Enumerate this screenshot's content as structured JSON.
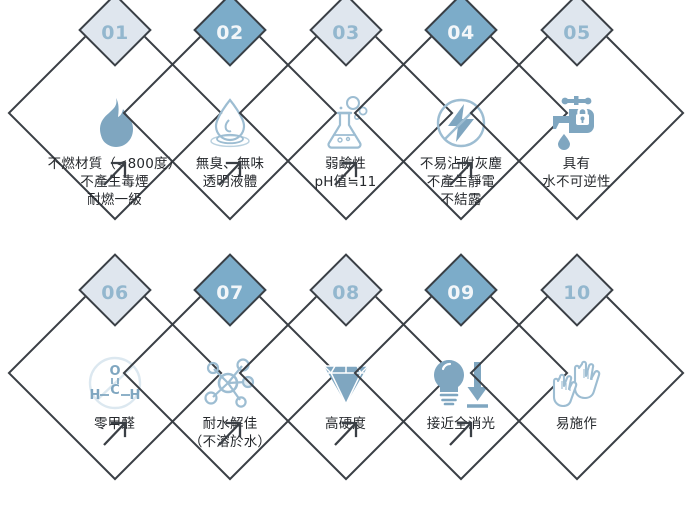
{
  "infographic": {
    "title_colors": {
      "outline": "#3a3f45",
      "badge_light_fill": "#dfe6ee",
      "badge_light_text": "#93b7ce",
      "badge_dark_fill": "#7cacc9",
      "badge_dark_text": "#f2f6f9",
      "icon_blue": "#7fa6c0",
      "icon_outline": "#9dbdd2",
      "text": "#25282c"
    },
    "rows": 2,
    "columns": 5,
    "items": [
      {
        "number": "01",
        "badge_style": "light",
        "icon": "flame-icon",
        "label": "不燃材質（<800度）\n不產生毒煙\n耐燃一級"
      },
      {
        "number": "02",
        "badge_style": "dark",
        "icon": "water-drop-icon",
        "label": "無臭、無味\n透明液體"
      },
      {
        "number": "03",
        "badge_style": "light",
        "icon": "flask-icon",
        "label": "弱鹼性\npH值≒11"
      },
      {
        "number": "04",
        "badge_style": "dark",
        "icon": "no-static-electricity-icon",
        "label": "不易沾附灰塵\n不產生靜電\n不結露"
      },
      {
        "number": "05",
        "badge_style": "light",
        "icon": "faucet-lock-icon",
        "label": "具有\n水不可逆性"
      },
      {
        "number": "06",
        "badge_style": "light",
        "icon": "no-formaldehyde-icon",
        "label": "零甲醛"
      },
      {
        "number": "07",
        "badge_style": "dark",
        "icon": "molecule-icon",
        "label": "耐水解佳\n（不溶於水）"
      },
      {
        "number": "08",
        "badge_style": "light",
        "icon": "gem-icon",
        "label": "高硬度"
      },
      {
        "number": "09",
        "badge_style": "dark",
        "icon": "lightbulb-down-arrow-icon",
        "label": "接近全消光"
      },
      {
        "number": "10",
        "badge_style": "light",
        "icon": "work-gloves-icon",
        "label": "易施作"
      }
    ],
    "connector": {
      "glyph": "arrow-up-right",
      "count": 8
    }
  }
}
